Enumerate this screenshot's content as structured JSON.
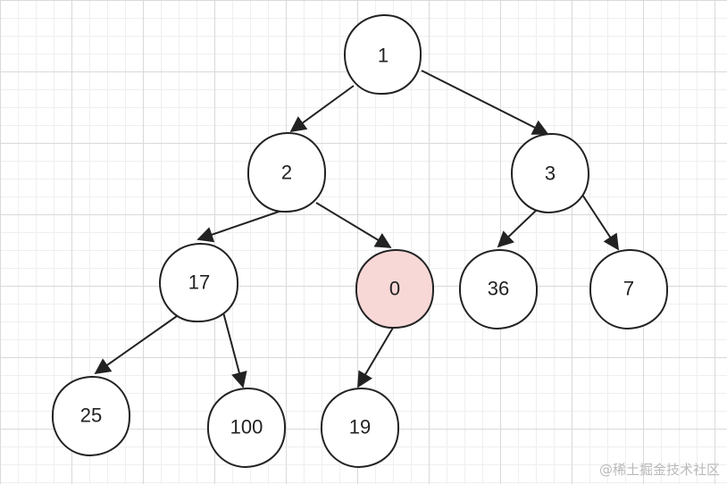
{
  "diagram": {
    "colors": {
      "node_fill": "#ffffff",
      "highlight_fill": "#f8d7d7",
      "stroke": "#222222",
      "text": "#222222"
    },
    "nodes": [
      {
        "id": "n1",
        "label": "1"
      },
      {
        "id": "n2",
        "label": "2"
      },
      {
        "id": "n3",
        "label": "3"
      },
      {
        "id": "n17",
        "label": "17"
      },
      {
        "id": "n0",
        "label": "0",
        "highlighted": true
      },
      {
        "id": "n36",
        "label": "36"
      },
      {
        "id": "n7",
        "label": "7"
      },
      {
        "id": "n25",
        "label": "25"
      },
      {
        "id": "n100",
        "label": "100"
      },
      {
        "id": "n19",
        "label": "19"
      }
    ],
    "edges": [
      {
        "from": "n1",
        "to": "n2"
      },
      {
        "from": "n1",
        "to": "n3"
      },
      {
        "from": "n2",
        "to": "n17"
      },
      {
        "from": "n2",
        "to": "n0"
      },
      {
        "from": "n3",
        "to": "n36"
      },
      {
        "from": "n3",
        "to": "n7"
      },
      {
        "from": "n17",
        "to": "n25"
      },
      {
        "from": "n17",
        "to": "n100"
      },
      {
        "from": "n0",
        "to": "n19"
      }
    ]
  },
  "watermark": "@稀土掘金技术社区"
}
